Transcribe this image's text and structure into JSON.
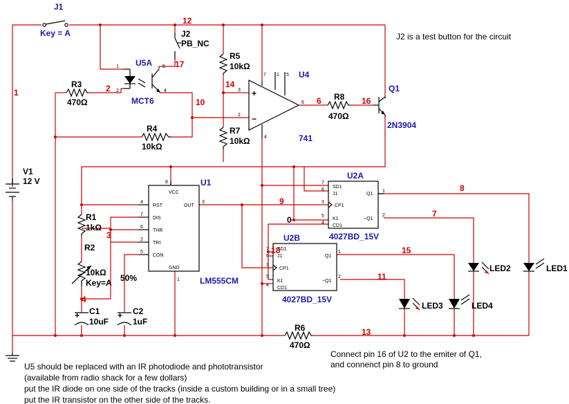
{
  "notes": {
    "top_right": "J2 is a test button for the circuit",
    "bottom_right": [
      "Connect pin 16 of U2 to the emiter of Q1,",
      "and connenct pin 8 to ground"
    ],
    "bottom_left": [
      "U5 should be replaced with an IR photodiode and phototransistor",
      "(available from radio shack for a few dollars)",
      "put the IR diode on one side of the tracks (inside a custom building or in a small tree)",
      "put the IR transistor on the other side of the tracks."
    ]
  },
  "components": {
    "j1": {
      "ref": "J1",
      "value": "Key = A"
    },
    "j2": {
      "ref": "J2",
      "value": "PB_NC"
    },
    "v1": {
      "ref": "V1",
      "value": "12 V"
    },
    "u5a": {
      "ref": "U5A",
      "value": "MCT6"
    },
    "r3": {
      "ref": "R3",
      "value": "470Ω"
    },
    "r4": {
      "ref": "R4",
      "value": "10kΩ"
    },
    "r5": {
      "ref": "R5",
      "value": "10kΩ"
    },
    "r7": {
      "ref": "R7",
      "value": "10kΩ"
    },
    "u4": {
      "ref": "U4",
      "value": "741"
    },
    "r8": {
      "ref": "R8",
      "value": "470Ω"
    },
    "q1": {
      "ref": "Q1",
      "value": "2N3904"
    },
    "u1": {
      "ref": "U1",
      "value": "LM555CM"
    },
    "r1": {
      "ref": "R1",
      "value": "1kΩ"
    },
    "r2": {
      "ref": "R2",
      "value": "10kΩ",
      "key": "Key=A",
      "percent": "50%"
    },
    "c1": {
      "ref": "C1",
      "value": "10uF"
    },
    "c2": {
      "ref": "C2",
      "value": "1uF"
    },
    "u2a": {
      "ref": "U2A",
      "value": "4027BD_15V"
    },
    "u2b": {
      "ref": "U2B",
      "value": "4027BD_15V"
    },
    "r6": {
      "ref": "R6",
      "value": "470Ω"
    },
    "led1": {
      "ref": "LED1"
    },
    "led2": {
      "ref": "LED2"
    },
    "led3": {
      "ref": "LED3"
    },
    "led4": {
      "ref": "LED4"
    }
  },
  "nets": {
    "n1": "1",
    "n2": "2",
    "n3": "3",
    "n4": "4",
    "n6": "6",
    "n7": "7",
    "n8": "8",
    "n9": "9",
    "n0": "0",
    "n10": "10",
    "n11": "11",
    "n12": "12",
    "n13": "13",
    "n14": "14",
    "n15": "15",
    "n16": "16",
    "n17": "17",
    "n18": "18"
  },
  "u1_pins": {
    "vcc": "VCC",
    "rst": "RST",
    "out": "OUT",
    "dis": "DIS",
    "thr": "THR",
    "tri": "TRI",
    "con": "CON",
    "gnd": "GND",
    "p4": "4",
    "p7": "7",
    "p6": "6",
    "p2": "2",
    "p5": "5",
    "p3": "3",
    "p8": "8",
    "p1": "1"
  },
  "u2a_pins": {
    "sd": "SD1",
    "j": "J1",
    "cp": "CP1",
    "k": "K1",
    "cd": "CD1",
    "q": "Q1",
    "nq": "~Q1",
    "p7": "7",
    "p6": "6",
    "p3": "3",
    "p5": "5",
    "p4": "4",
    "p1": "1",
    "p2": "2"
  },
  "u2b_pins": {
    "sd": "SD1",
    "j": "J1",
    "cp": "CP1",
    "k": "K1",
    "cd": "CD1",
    "q": "Q1",
    "nq": "~Q1",
    "p7": "7",
    "p6": "6",
    "p3": "3",
    "p5": "5",
    "p4": "4",
    "p1": "1",
    "p2": "2"
  },
  "u4_pins": {
    "plus": "+",
    "minus": "−",
    "p3": "3",
    "p2": "2",
    "p6": "6",
    "p7": "7",
    "p1": "1",
    "p5": "5",
    "p4": "4"
  },
  "u5_pins": {
    "p1": "1",
    "p2": "2",
    "p5": "5",
    "p4": "4"
  },
  "colors": {
    "wire": "#cc0000",
    "ref": "#1a1ab0",
    "part": "#000000",
    "led_arrow": "#dd0000"
  }
}
